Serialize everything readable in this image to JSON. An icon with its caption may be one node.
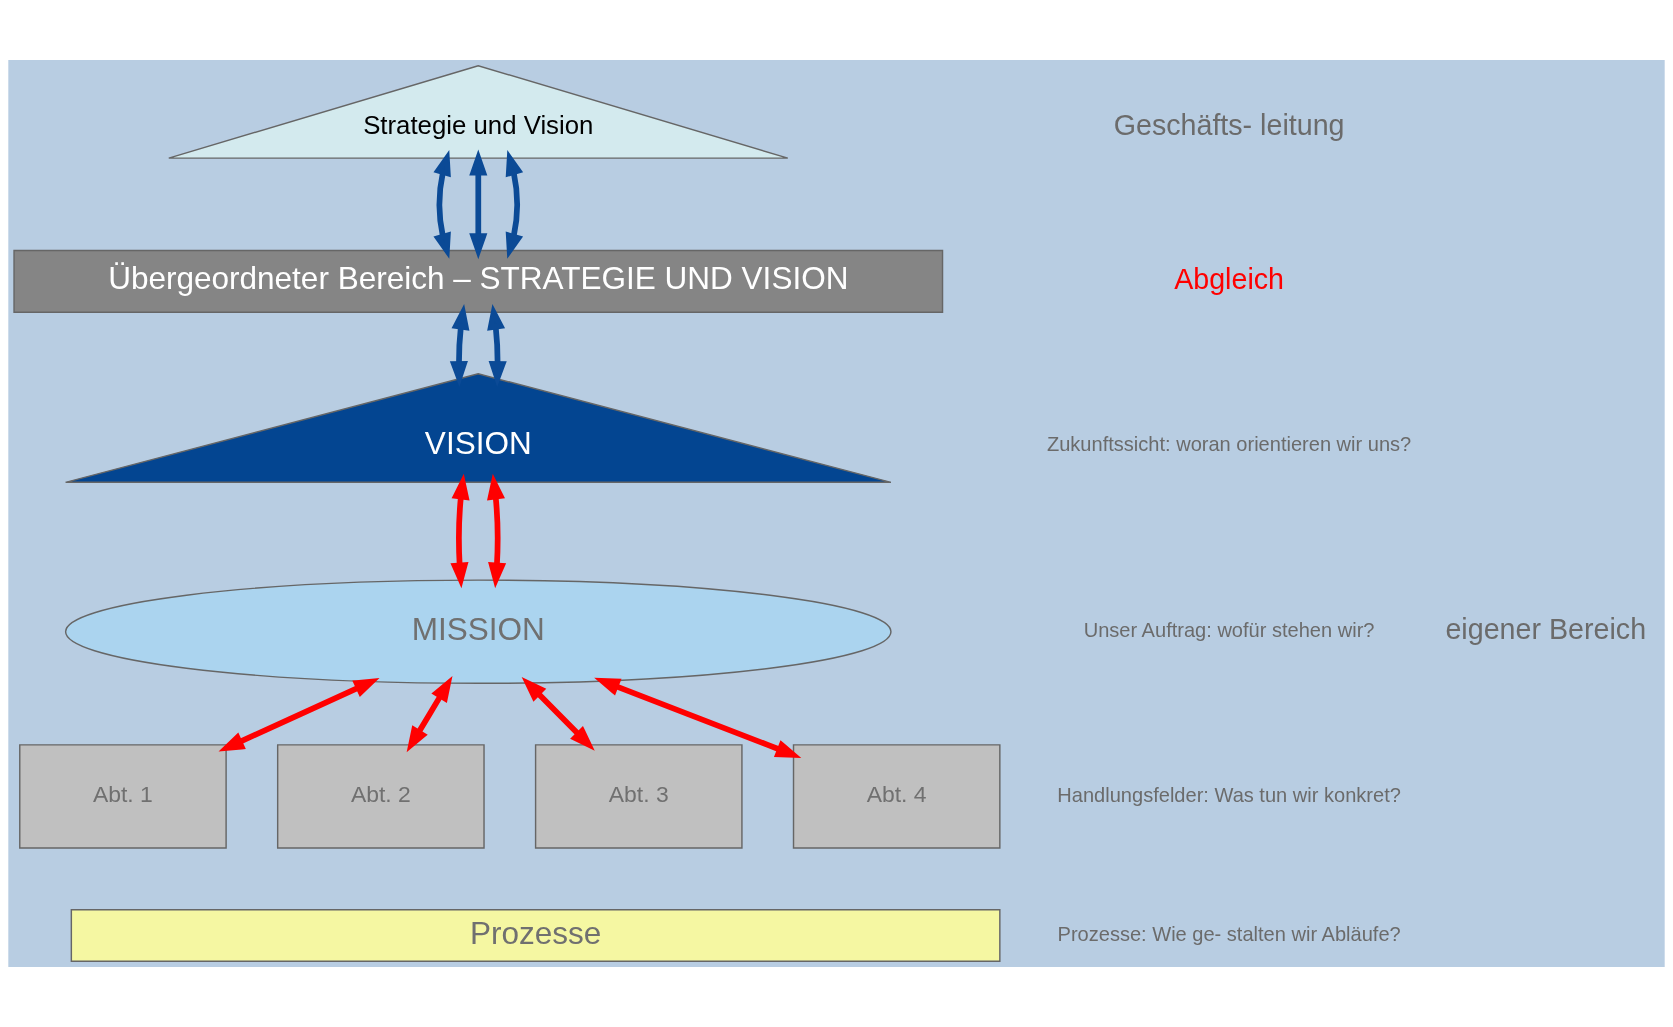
{
  "diagram": {
    "nodes": [
      {
        "text": [
          "Strategie und Vision"
        ]
      },
      {
        "text": [
          "Übergeordneter Bereich – STRATEGIE UND VISION"
        ]
      },
      {
        "text": [
          "VISION"
        ]
      },
      {
        "text": [
          "MISSION"
        ]
      },
      {
        "text": [
          "Abt. 1"
        ]
      },
      {
        "text": [
          "Abt. 2"
        ]
      },
      {
        "text": [
          "Abt. 3"
        ]
      },
      {
        "text": [
          "Abt. 4"
        ]
      },
      {
        "text": [
          "Prozesse"
        ]
      }
    ],
    "edges": [
      {
        "from": 0,
        "to": 1,
        "arrow": "both",
        "color": "#0b4a96"
      },
      {
        "from": 0,
        "to": 1,
        "arrow": "both",
        "color": "#0b4a96"
      },
      {
        "from": 0,
        "to": 1,
        "arrow": "both",
        "color": "#0b4a96"
      },
      {
        "from": 1,
        "to": 2,
        "arrow": "both",
        "color": "#0b4a96"
      },
      {
        "from": 1,
        "to": 2,
        "arrow": "both",
        "color": "#0b4a96"
      },
      {
        "from": 2,
        "to": 3,
        "arrow": "both",
        "color": "#ff0000"
      },
      {
        "from": 2,
        "to": 3,
        "arrow": "both",
        "color": "#ff0000"
      },
      {
        "from": 3,
        "to": 4,
        "arrow": "both",
        "color": "#ff0000"
      },
      {
        "from": 3,
        "to": 5,
        "arrow": "both",
        "color": "#ff0000"
      },
      {
        "from": 3,
        "to": 6,
        "arrow": "both",
        "color": "#ff0000"
      },
      {
        "from": 3,
        "to": 7,
        "arrow": "both",
        "color": "#ff0000"
      }
    ],
    "labels": [
      "Geschäfts- leitung",
      "Abgleich",
      "Zukunftssicht: woran orientieren wir uns?",
      "Unser Auftrag: wofür stehen wir?",
      "eigener Bereich",
      "Handlungsfelder: Was tun wir konkret?",
      "Prozesse: Wie ge- stalten wir Abläufe?"
    ]
  }
}
